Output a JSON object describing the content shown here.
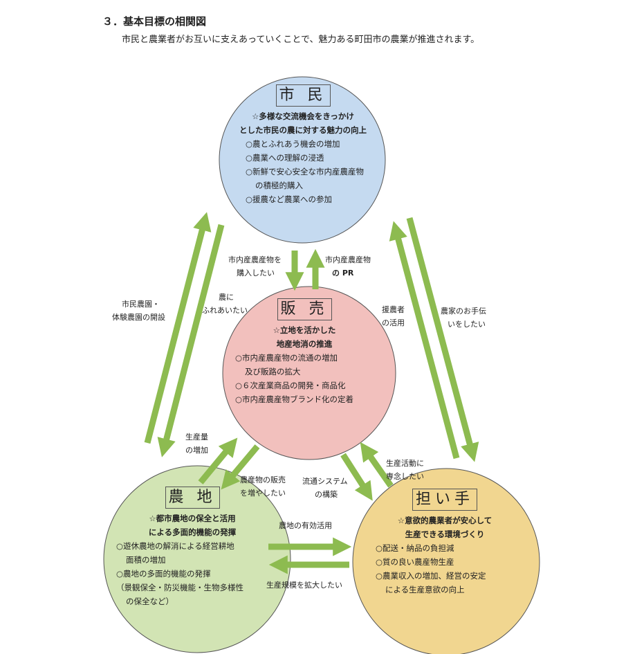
{
  "title": "３．基本目標の相関図",
  "subtitle": "市民と農業者がお互いに支えあっていくことで、魅力ある町田市の農業が推進されます。",
  "colors": {
    "arrow": "#8dbb50",
    "citizen": "#c5daf0",
    "sales": "#f2c0bd",
    "farmland": "#d2e4b4",
    "farmers": "#f1d690"
  },
  "nodes": {
    "citizen": {
      "name": "市 民",
      "goal": [
        "☆多様な交流機会をきっかけ",
        "とした市民の農に対する魅力の向上"
      ],
      "items": [
        "○農とふれあう機会の増加",
        "○農業への理解の浸透",
        "○新鮮で安心安全な市内産農産物",
        "の積極的購入",
        "○援農など農業への参加"
      ]
    },
    "sales": {
      "name": "販 売",
      "goal": [
        "☆立地を活かした",
        "地産地消の推進"
      ],
      "items": [
        "○市内産農産物の流通の増加",
        "及び販路の拡大",
        "○６次産業商品の開発・商品化",
        "○市内産農産物ブランド化の定着"
      ]
    },
    "farmland": {
      "name": "農 地",
      "goal": [
        "☆都市農地の保全と活用",
        "による多面的機能の発揮"
      ],
      "items": [
        "○遊休農地の解消による経営耕地",
        "面積の増加",
        "○農地の多面的機能の発揮",
        "（景観保全・防災機能・生物多様性",
        "の保全など）"
      ]
    },
    "farmers": {
      "name": "担い手",
      "goal": [
        "☆意欲的農業者が安心して",
        "生産できる環境づくり"
      ],
      "items": [
        "○配送・納品の負担減",
        "○質の良い農産物生産",
        "○農業収入の増加、経営の安定",
        "による生産意欲の向上"
      ]
    }
  },
  "labels": {
    "buy": [
      "市内産農産物を",
      "購入したい"
    ],
    "pr": [
      "市内産農産物",
      "の PR"
    ],
    "allotment": [
      "市民農園・",
      "体験農園の開設"
    ],
    "touch": [
      "農に",
      "ふれあいたい"
    ],
    "volunteer": [
      "援農者",
      "の活用"
    ],
    "help": [
      "農家のお手伝",
      "いをしたい"
    ],
    "increase": [
      "生産量",
      "の増加"
    ],
    "sell": [
      "農産物の販売",
      "を増やしたい"
    ],
    "distribution": [
      "流通システム",
      "の構築"
    ],
    "focus": [
      "生産活動に",
      "専念したい"
    ],
    "use_land": "農地の有効活用",
    "expand": "生産規模を拡大したい"
  }
}
